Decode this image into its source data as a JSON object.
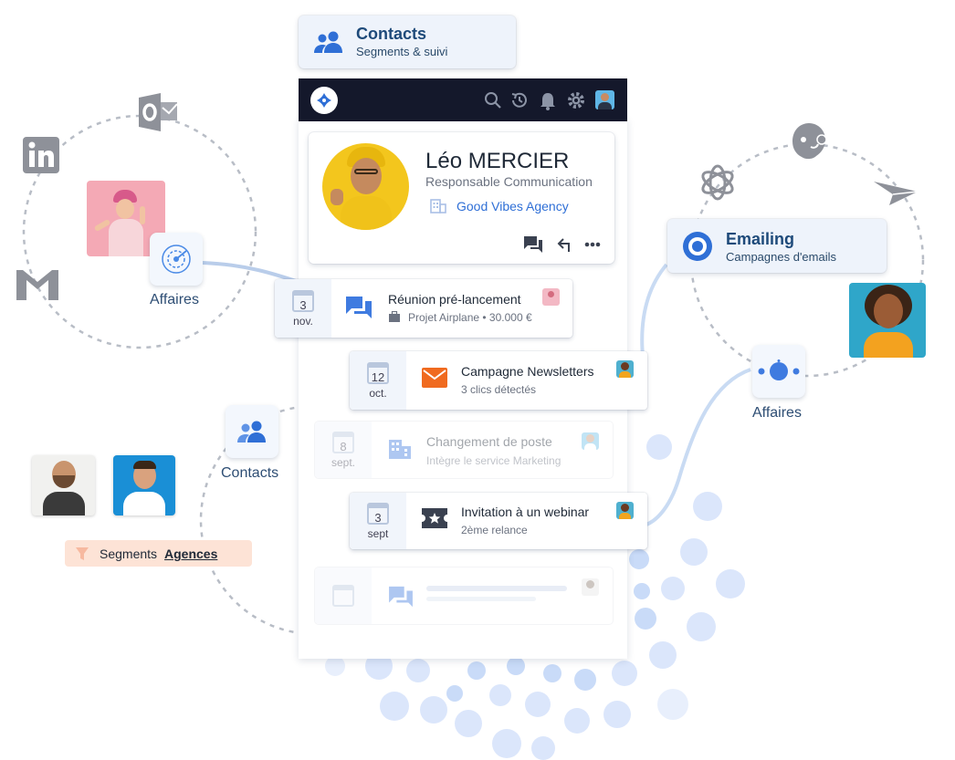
{
  "header_card": {
    "title": "Contacts",
    "subtitle": "Segments & suivi"
  },
  "topbar": {
    "icons": [
      "search-icon",
      "history-icon",
      "bell-icon",
      "gear-icon",
      "avatar"
    ]
  },
  "profile": {
    "name": "Léo MERCIER",
    "role": "Responsable Communication",
    "company": "Good Vibes Agency",
    "actions": [
      "message-icon",
      "reply-icon",
      "more-icon"
    ]
  },
  "timeline": [
    {
      "day": "3",
      "month": "nov.",
      "title": "Réunion pré-lancement",
      "subtitle": "Projet Airplane • 30.000 €",
      "icon": "chat-icon"
    },
    {
      "day": "12",
      "month": "oct.",
      "title": "Campagne Newsletters",
      "subtitle": "3 clics détectés",
      "icon": "mail-icon"
    },
    {
      "day": "8",
      "month": "sept.",
      "title": "Changement de poste",
      "subtitle": "Intègre le service Marketing",
      "icon": "building-icon"
    },
    {
      "day": "3",
      "month": "sept",
      "title": "Invitation à un webinar",
      "subtitle": "2ème relance",
      "icon": "ticket-icon"
    }
  ],
  "left_nodes": {
    "affaires_label": "Affaires",
    "contacts_label": "Contacts",
    "segments": {
      "prefix": "Segments",
      "highlight": "Agences"
    },
    "source_icons": [
      "outlook-icon",
      "linkedin-icon",
      "gmail-icon"
    ]
  },
  "right_nodes": {
    "emailing": {
      "title": "Emailing",
      "subtitle": "Campagnes d'emails"
    },
    "affaires_label": "Affaires",
    "source_icons": [
      "openai-icon",
      "mailchimp-icon",
      "paper-plane-icon"
    ]
  },
  "colors": {
    "accent": "#2f6fd6",
    "navy": "#14182b",
    "label": "#2e4e74",
    "segment_bg": "#fde3d6"
  }
}
